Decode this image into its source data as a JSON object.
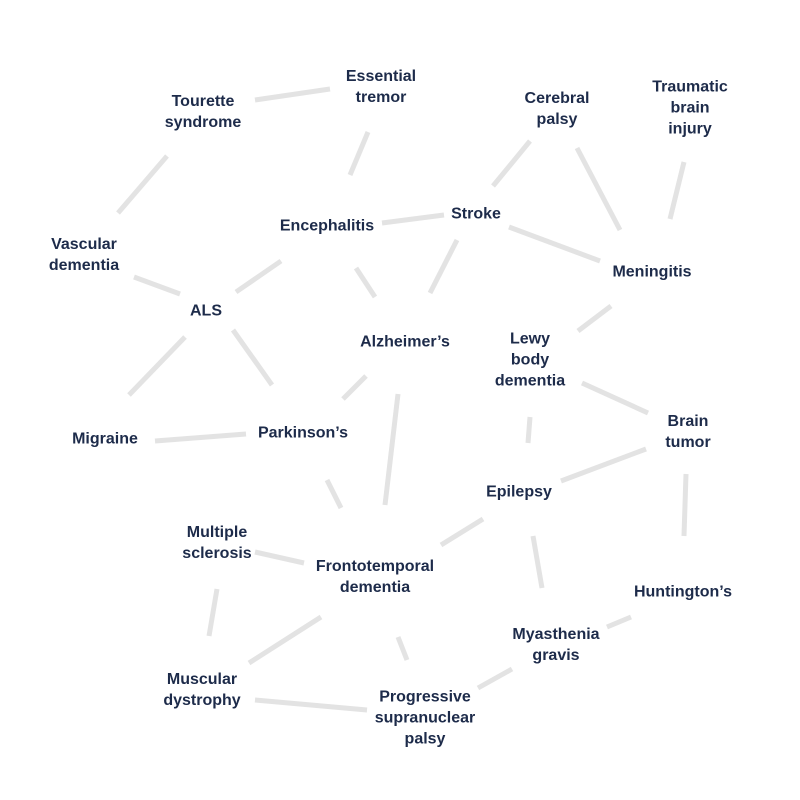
{
  "nodes": {
    "tourette": "Tourette\nsyndrome",
    "essential_tremor": "Essential\ntremor",
    "cerebral_palsy": "Cerebral\npalsy",
    "tbi": "Traumatic\nbrain\ninjury",
    "encephalitis": "Encephalitis",
    "stroke": "Stroke",
    "vascular_dementia": "Vascular\ndementia",
    "meningitis": "Meningitis",
    "als": "ALS",
    "alzheimers": "Alzheimer’s",
    "lewy_body": "Lewy\nbody\ndementia",
    "brain_tumor": "Brain\ntumor",
    "migraine": "Migraine",
    "parkinsons": "Parkinson’s",
    "epilepsy": "Epilepsy",
    "multiple_sclerosis": "Multiple\nsclerosis",
    "frontotemporal": "Frontotemporal\ndementia",
    "huntingtons": "Huntington’s",
    "myasthenia": "Myasthenia\ngravis",
    "muscular_dystrophy": "Muscular\ndystrophy",
    "psp": "Progressive\nsupranuclear\npalsy"
  }
}
